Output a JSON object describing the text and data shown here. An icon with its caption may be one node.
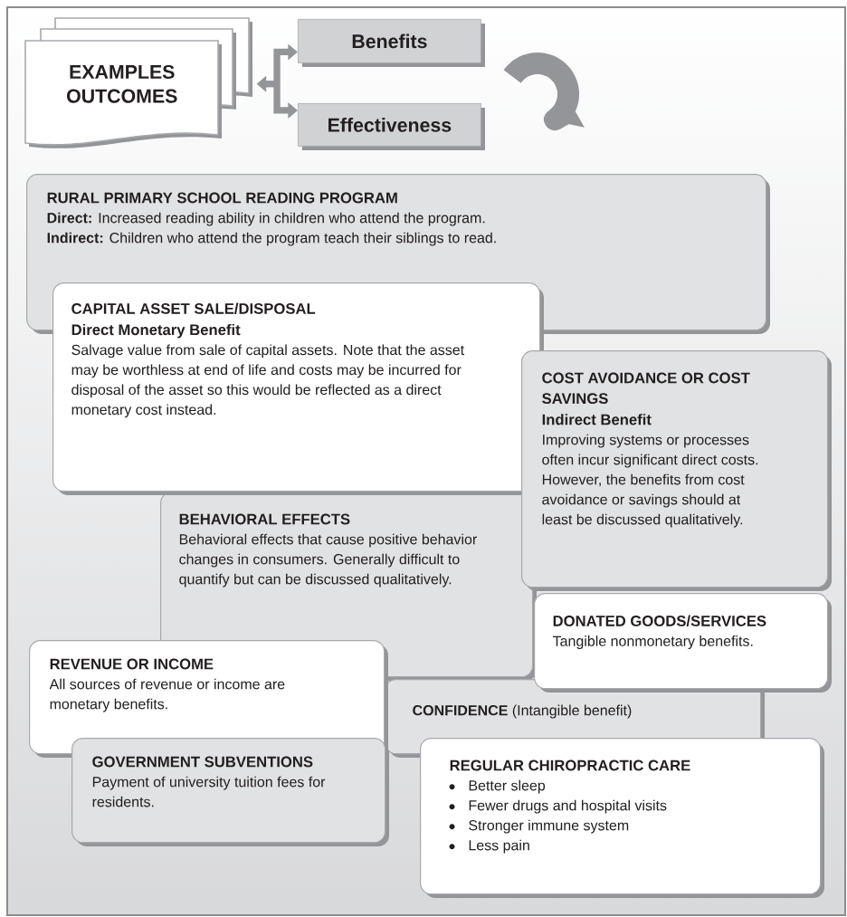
{
  "diagram": {
    "nodes": [
      {
        "text": [
          "EXAMPLES OUTCOMES"
        ]
      },
      {
        "text": [
          "Benefits"
        ]
      },
      {
        "text": [
          "Effectiveness"
        ]
      },
      {
        "text": [
          "RURAL PRIMARY SCHOOL READING PROGRAM",
          "**Direct:** Increased reading ability in children who attend the program.",
          "**Indirect:** Children who attend the program teach their siblings to read."
        ]
      },
      {
        "text": [
          "CAPITAL ASSET SALE/DISPOSAL",
          "Direct Monetary Benefit",
          "Salvage value from sale of capital assets. Note that the asset may be worthless at end of life and costs may be incurred for disposal of the asset so this would be reflected as a direct monetary cost instead."
        ]
      },
      {
        "text": [
          "COST AVOIDANCE OR COST SAVINGS",
          "Indirect Benefit",
          "Improving systems or processes often incur significant direct costs. However, the benefits from cost avoidance or savings should at least be discussed qualitatively."
        ]
      },
      {
        "text": [
          "BEHAVIORAL EFFECTS",
          "Behavioral effects that cause positive behavior changes in consumers. Generally difficult to quantify but can be discussed qualitatively."
        ]
      },
      {
        "text": [
          "DONATED GOODS/SERVICES",
          "Tangible nonmonetary benefits."
        ]
      },
      {
        "text": [
          "REVENUE OR INCOME",
          "All sources of revenue or income are monetary benefits."
        ]
      },
      {
        "text": [
          "**CONFIDENCE** (Intangible benefit)"
        ]
      },
      {
        "text": [
          "GOVERNMENT SUBVENTIONS",
          "Payment of university tuition fees for residents."
        ]
      },
      {
        "text": [
          "REGULAR CHIROPRACTIC CARE",
          "Better sleep",
          "Fewer drugs and hospital visits",
          "Stronger immune system",
          "Less pain"
        ]
      }
    ],
    "edges": [
      {
        "from": 0,
        "to": 1,
        "arrow": "both"
      },
      {
        "from": 0,
        "to": 2,
        "arrow": "both"
      }
    ]
  }
}
